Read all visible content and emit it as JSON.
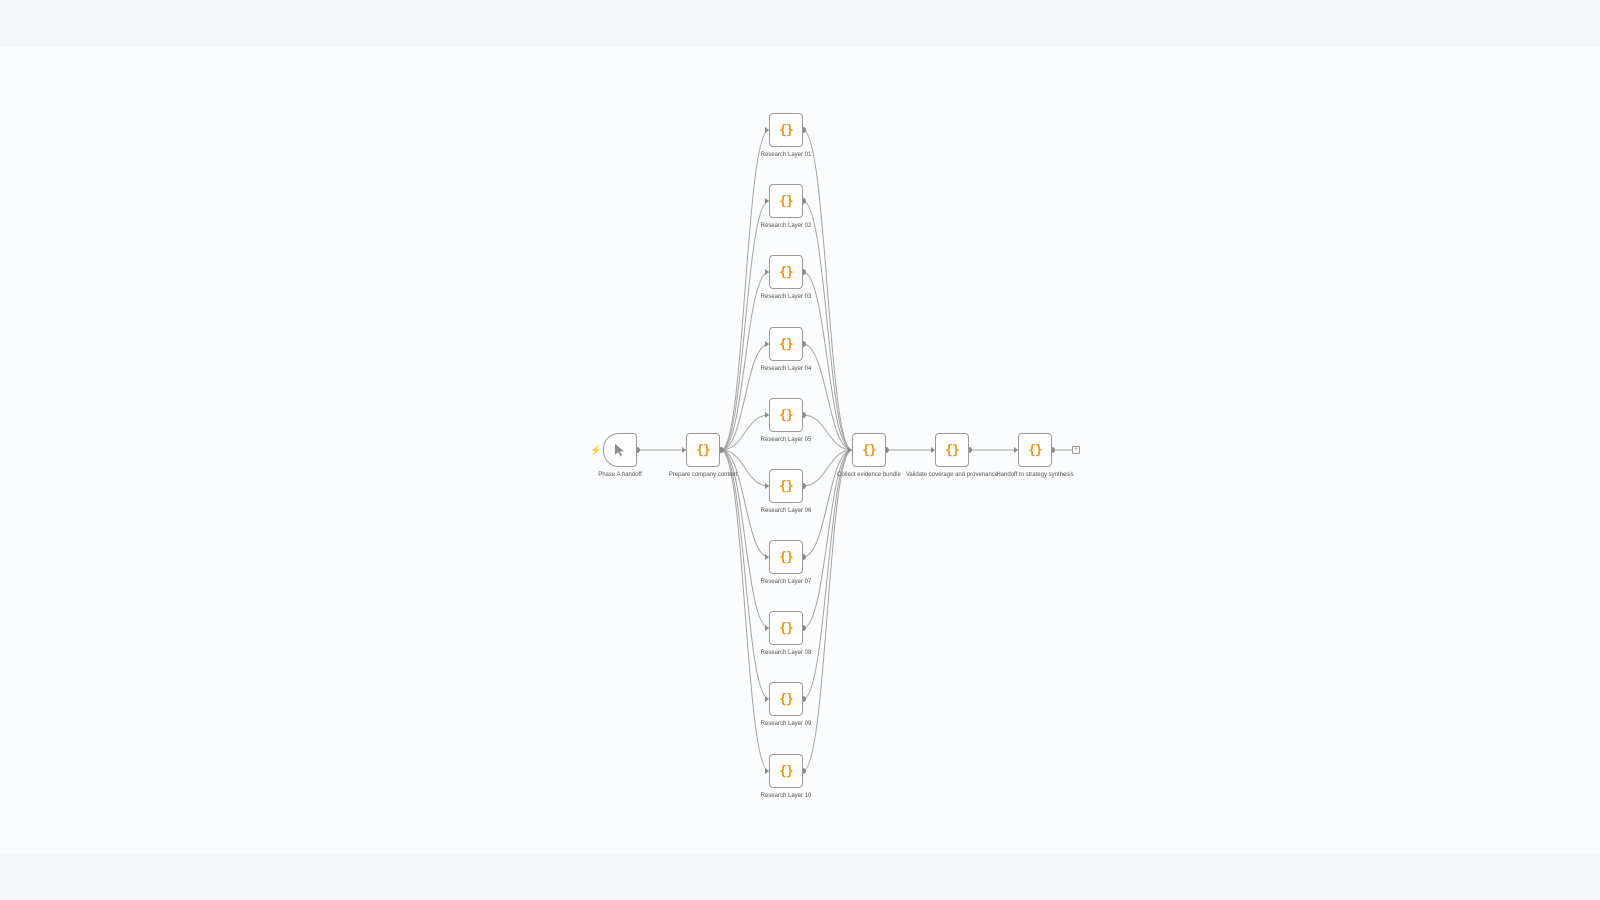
{
  "workflow": {
    "trigger": {
      "label": "Phase A handoff",
      "icon": "cursor-icon",
      "bolt_icon": "lightning-icon"
    },
    "prepare": {
      "label": "Prepare company context",
      "icon": "code-icon"
    },
    "layers": [
      {
        "label": "Research Layer 01",
        "icon": "code-icon"
      },
      {
        "label": "Research Layer 02",
        "icon": "code-icon"
      },
      {
        "label": "Research Layer 03",
        "icon": "code-icon"
      },
      {
        "label": "Research Layer 04",
        "icon": "code-icon"
      },
      {
        "label": "Research Layer 05",
        "icon": "code-icon"
      },
      {
        "label": "Research Layer 06",
        "icon": "code-icon"
      },
      {
        "label": "Research Layer 07",
        "icon": "code-icon"
      },
      {
        "label": "Research Layer 08",
        "icon": "code-icon"
      },
      {
        "label": "Research Layer 09",
        "icon": "code-icon"
      },
      {
        "label": "Research Layer 10",
        "icon": "code-icon"
      }
    ],
    "collect": {
      "label": "Collect evidence bundle",
      "icon": "code-icon"
    },
    "validate": {
      "label": "Validate coverage and provenance",
      "icon": "code-icon"
    },
    "handoff": {
      "label": "Handoff to strategy synthesis",
      "icon": "code-icon"
    },
    "add_node_icon": "plus-icon",
    "code_glyph": "{}",
    "plus_glyph": "+",
    "bolt_glyph": "⚡",
    "colors": {
      "code_icon": "#e8981a",
      "wire": "#8a8a8a",
      "trigger_bolt": "#e0554a"
    }
  }
}
